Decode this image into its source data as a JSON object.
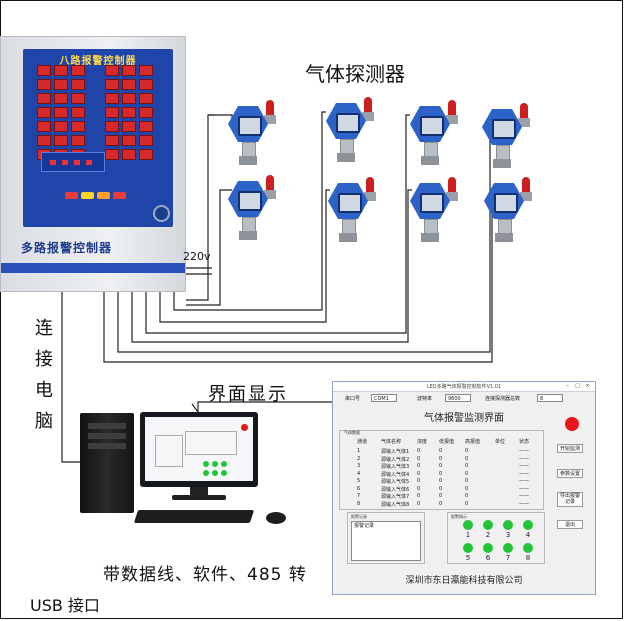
{
  "diagram": {
    "detector_title": "气体探测器",
    "voltage": "220v",
    "connect_pc": "连接电脑",
    "display_label": "界面显示",
    "cable_label": "带数据线、软件、485 转",
    "usb_label": "USB 接口"
  },
  "controller": {
    "title": "八路报警控制器",
    "brand": "多路报警控制器",
    "leds_per_side": 21
  },
  "detectors": {
    "count": 8,
    "body_color": "#2d63c9",
    "alarm_color": "#cc1f1f"
  },
  "software": {
    "window_title": "LED多路气体报警控制软件V1.01",
    "port_label": "串口号",
    "port_value": "COM1",
    "baud_label": "波特率",
    "baud_value": "9600",
    "count_label": "连接探测器总数",
    "count_value": "8",
    "heading": "气体报警监测界面",
    "group_data": "气体数据",
    "columns": [
      "通道",
      "气体名称",
      "浓度",
      "低报值",
      "高报值",
      "单位",
      "状态"
    ],
    "rows": [
      [
        "1",
        "源输入气体1",
        "0",
        "0",
        "0",
        "",
        "——"
      ],
      [
        "2",
        "源输入气体2",
        "0",
        "0",
        "0",
        "",
        "——"
      ],
      [
        "3",
        "源输入气体3",
        "0",
        "0",
        "0",
        "",
        "——"
      ],
      [
        "4",
        "源输入气体4",
        "0",
        "0",
        "0",
        "",
        "——"
      ],
      [
        "5",
        "源输入气体5",
        "0",
        "0",
        "0",
        "",
        "——"
      ],
      [
        "6",
        "源输入气体6",
        "0",
        "0",
        "0",
        "",
        "——"
      ],
      [
        "7",
        "源输入气体7",
        "0",
        "0",
        "0",
        "",
        "——"
      ],
      [
        "8",
        "源输入气体8",
        "0",
        "0",
        "0",
        "",
        "——"
      ]
    ],
    "buttons": [
      "开始监测",
      "参数设置",
      "导出报警记录",
      "退出"
    ],
    "alarm_log_group": "报警记录",
    "alarm_log_box": "报警记录",
    "status_group": "报警指示",
    "channels": [
      "1",
      "2",
      "3",
      "4",
      "5",
      "6",
      "7",
      "8"
    ],
    "company": "深圳市东日瀛能科技有限公司",
    "alarm_color": "#e8141a",
    "ok_color": "#22c43a"
  }
}
